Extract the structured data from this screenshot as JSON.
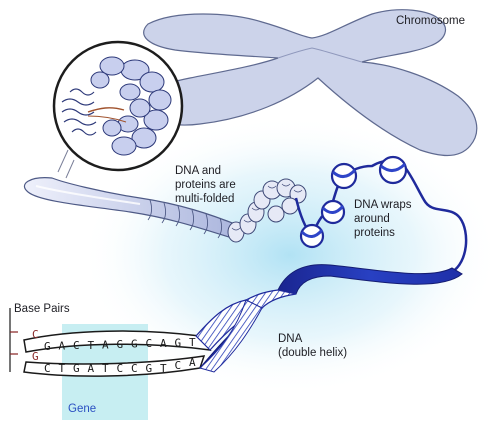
{
  "labels": {
    "chromosome": "Chromosome",
    "multifolded": [
      "DNA and",
      "proteins are",
      "multi-folded"
    ],
    "wraps": [
      "DNA wraps",
      "around",
      "proteins"
    ],
    "dna": [
      "DNA",
      "(double helix)"
    ],
    "base_pairs": "Base Pairs",
    "gene": "Gene"
  },
  "sequence": {
    "top": [
      "G",
      "A",
      "C",
      "T",
      "A",
      "G",
      "G",
      "C",
      "A",
      "G",
      "T"
    ],
    "bottom": [
      "C",
      "T",
      "G",
      "A",
      "T",
      "C",
      "C",
      "G",
      "T",
      "C",
      "A"
    ],
    "legend_pair": [
      "C",
      "G"
    ]
  },
  "colors": {
    "chromosome_fill": "#ccd3ea",
    "chromosome_stroke": "#5f6a90",
    "strand_dark": "#1f2a9c",
    "strand_mid": "#2f45c8",
    "gene_highlight": "#c7eef2",
    "glow": "#b9e6f6",
    "base_red": "#8a2a2a"
  }
}
